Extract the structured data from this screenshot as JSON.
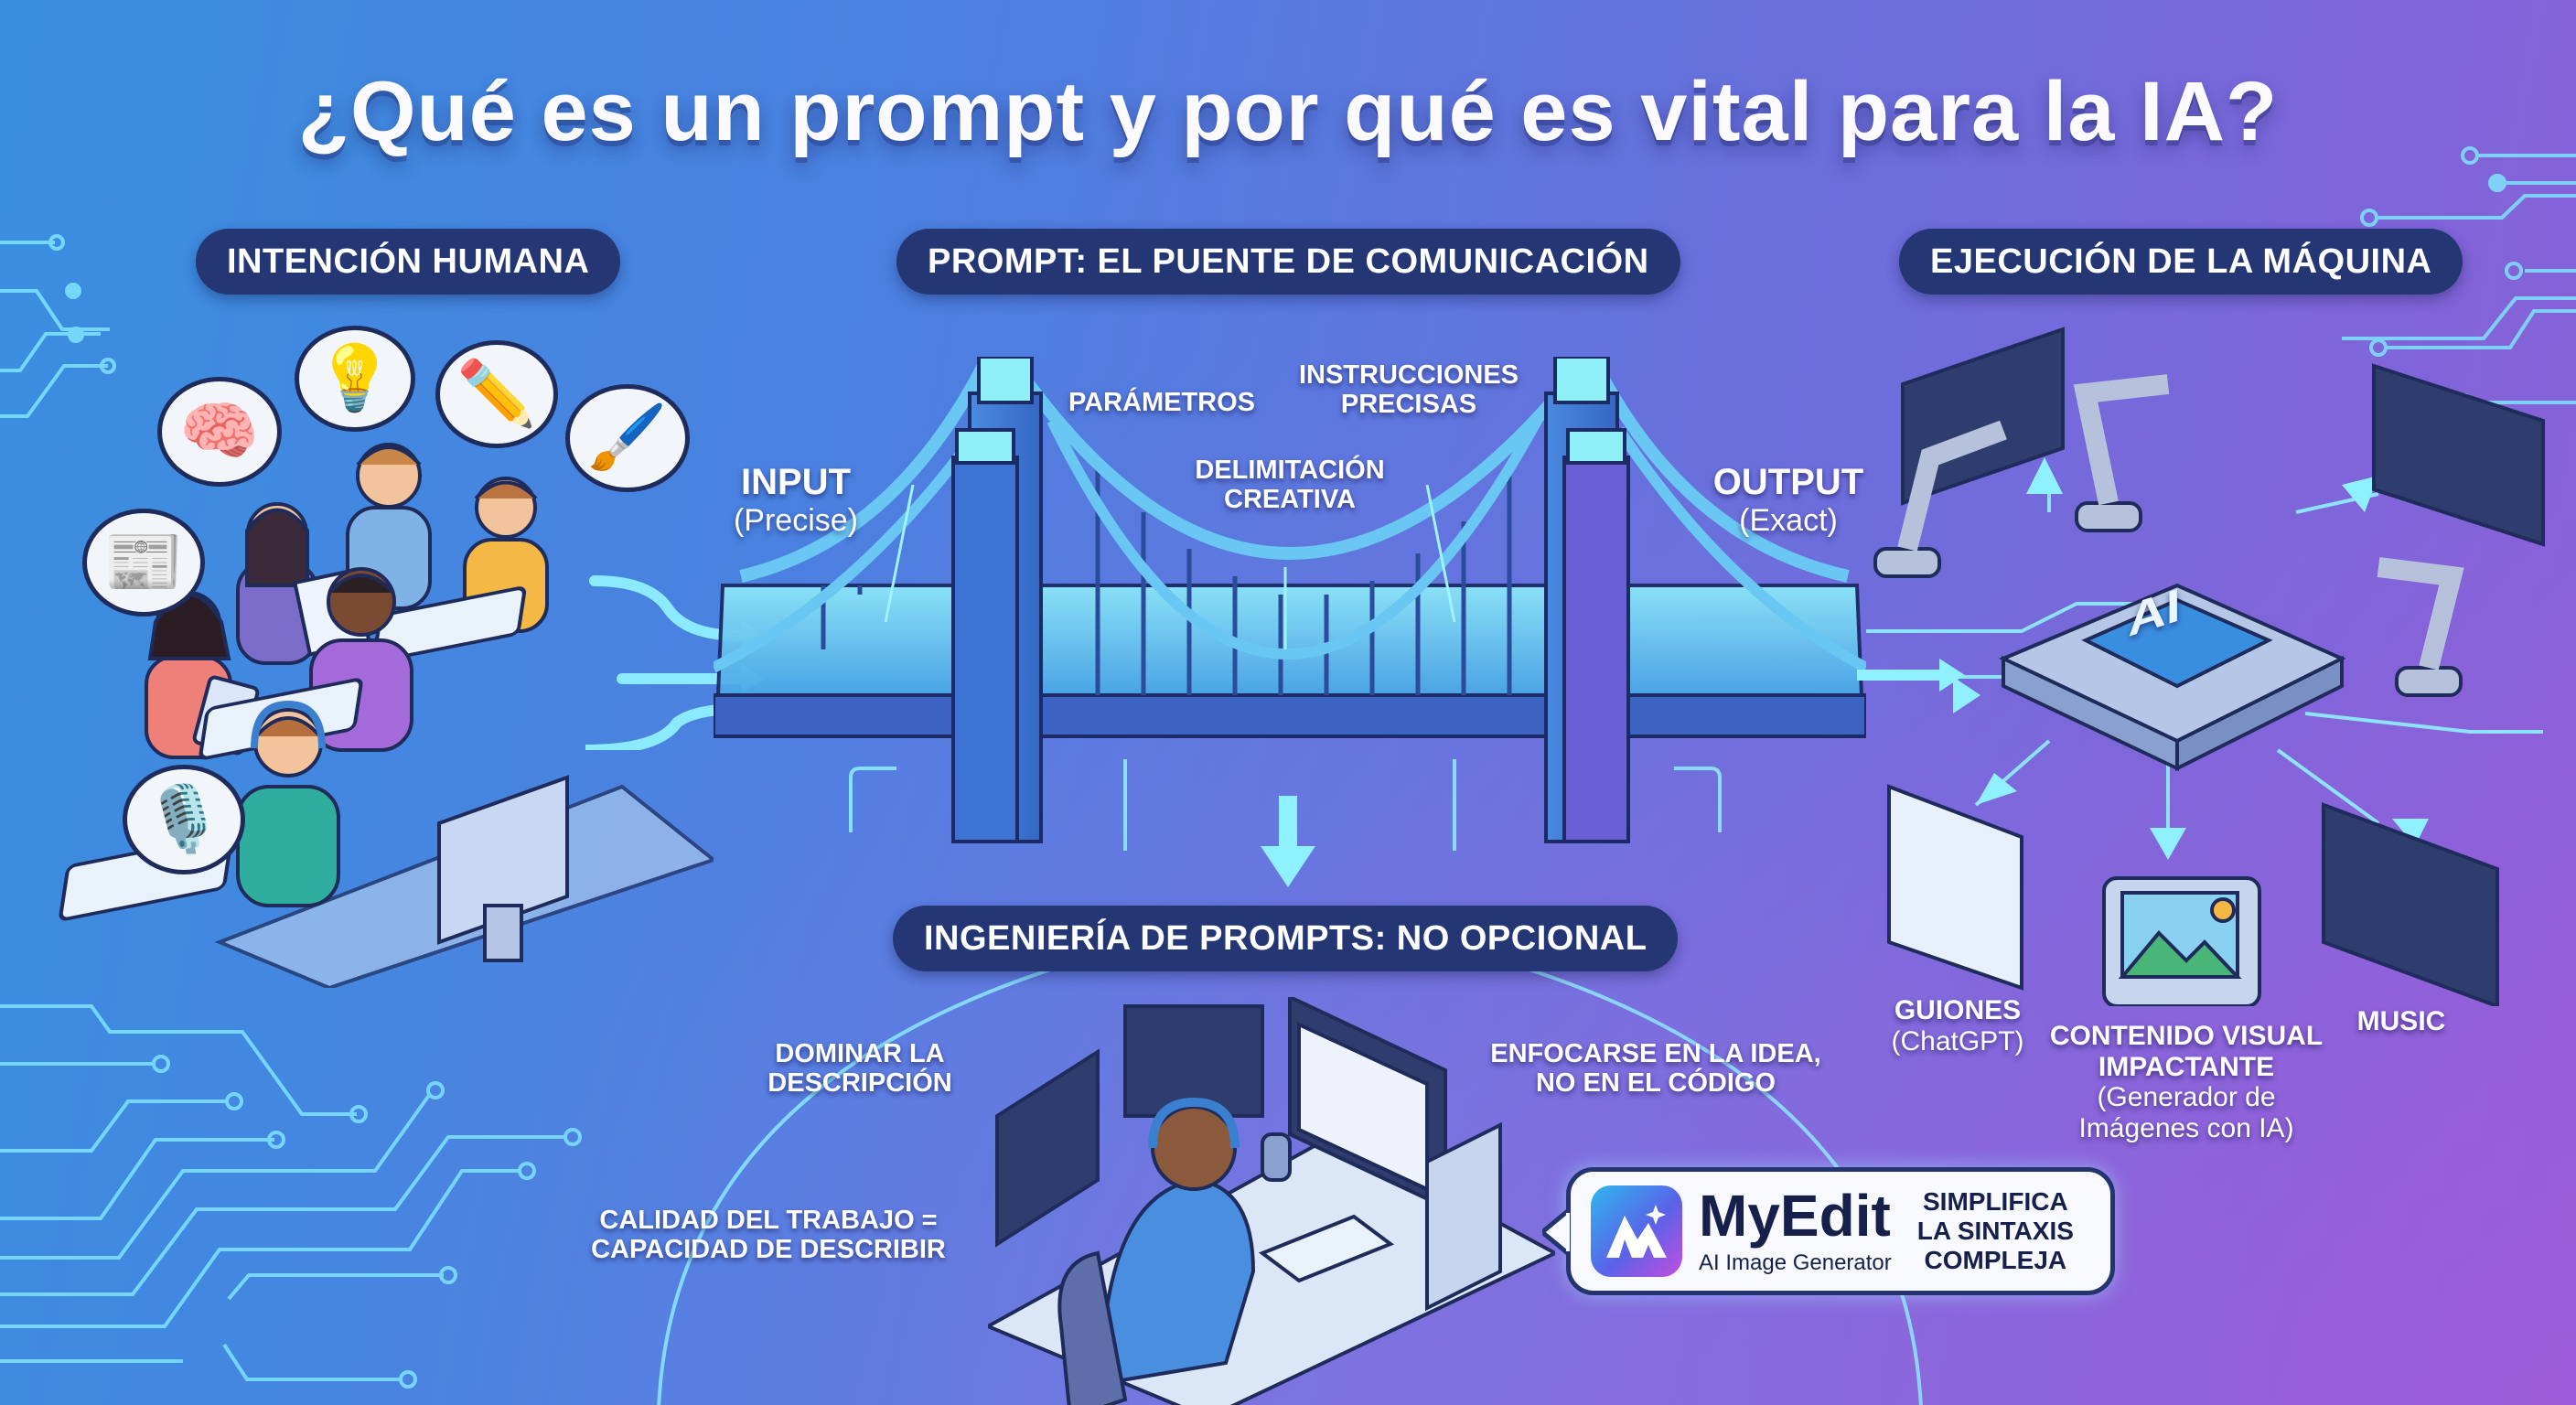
{
  "title": "¿Qué es un prompt y por qué es vital para la IA?",
  "sections": {
    "human": {
      "label": "INTENCIÓN HUMANA"
    },
    "bridge": {
      "label": "PROMPT: EL PUENTE DE COMUNICACIÓN"
    },
    "machine": {
      "label": "EJECUCIÓN DE LA MÁQUINA"
    },
    "engineering": {
      "label": "INGENIERÍA DE PROMPTS: NO OPCIONAL"
    }
  },
  "bridge_labels": {
    "input": {
      "main": "INPUT",
      "sub": "(Precise)"
    },
    "output": {
      "main": "OUTPUT",
      "sub": "(Exact)"
    },
    "parametros": "PARÁMETROS",
    "instrucciones": {
      "line1": "INSTRUCCIONES",
      "line2": "PRECISAS"
    },
    "delimitacion": {
      "line1": "DELIMITACIÓN",
      "line2": "CREATIVA"
    }
  },
  "human_bubbles": [
    "brain-icon",
    "lightbulb-icon",
    "pencil-icon",
    "paintbrush-icon",
    "document-icon",
    "microphone-icon"
  ],
  "machine_outputs": [
    {
      "main": "GUIONES",
      "sub": "(ChatGPT)"
    },
    {
      "main": "CONTENIDO VISUAL",
      "main2": "IMPACTANTE",
      "sub": "(Generador de",
      "sub2": "Imágenes con IA)"
    },
    {
      "main": "MUSIC"
    }
  ],
  "chip_label": "AI",
  "engineering_points": {
    "dominar": {
      "line1": "DOMINAR LA",
      "line2": "DESCRIPCIÓN"
    },
    "enfocarse": {
      "line1": "ENFOCARSE EN LA IDEA,",
      "line2": "NO EN EL CÓDIGO"
    },
    "calidad": {
      "line1": "CALIDAD DEL TRABAJO =",
      "line2": "CAPACIDAD DE DESCRIBIR"
    }
  },
  "myedit": {
    "name": "MyEdit",
    "tagline": "AI Image Generator",
    "slogan": {
      "line1": "SIMPLIFICA",
      "line2": "LA SINTAXIS",
      "line3": "COMPLEJA"
    }
  },
  "colors": {
    "bg_left": "#3a8fe0",
    "bg_right": "#8d5fd8",
    "pill": "#243673",
    "circuit": "#7fe4ff",
    "bridge": "#5cc8f0"
  }
}
